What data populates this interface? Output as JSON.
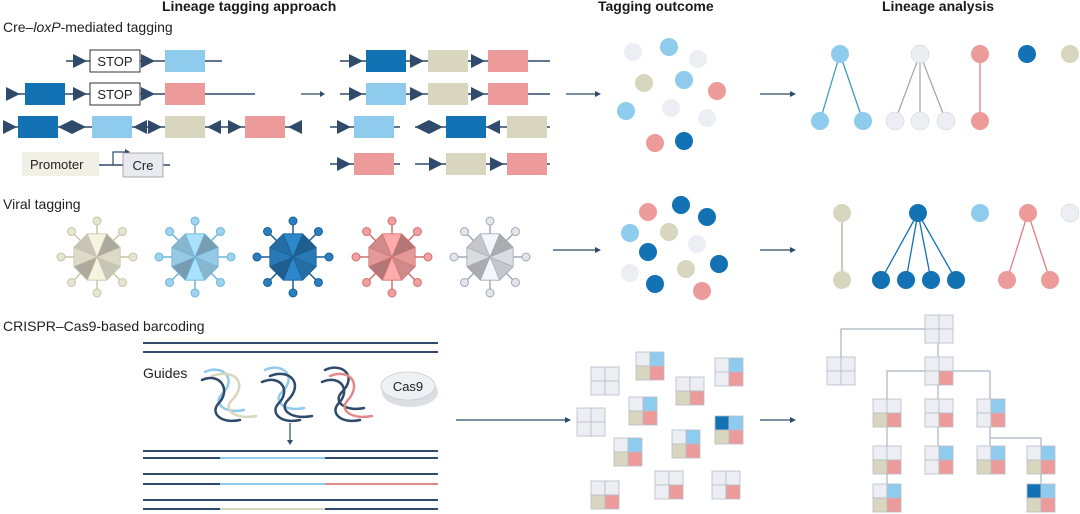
{
  "headers": {
    "approach": "Lineage tagging approach",
    "outcome": "Tagging outcome",
    "analysis": "Lineage analysis"
  },
  "sections": {
    "cre_prefix": "Cre–",
    "cre_italic": "loxP",
    "cre_suffix": "-mediated tagging",
    "viral": "Viral tagging",
    "crispr": "CRISPR–Cas9-based barcoding"
  },
  "labels": {
    "stop": "STOP",
    "promoter": "Promoter",
    "cre": "Cre",
    "guides": "Guides",
    "cas9": "Cas9"
  },
  "colors": {
    "dark_blue": "#1272b4",
    "light_blue": "#8fcbec",
    "beige": "#d9d6bf",
    "pink": "#ec9a9a",
    "grey": "#eceef3",
    "line": "#2f4a6a",
    "teal": "#3d9cbf"
  }
}
